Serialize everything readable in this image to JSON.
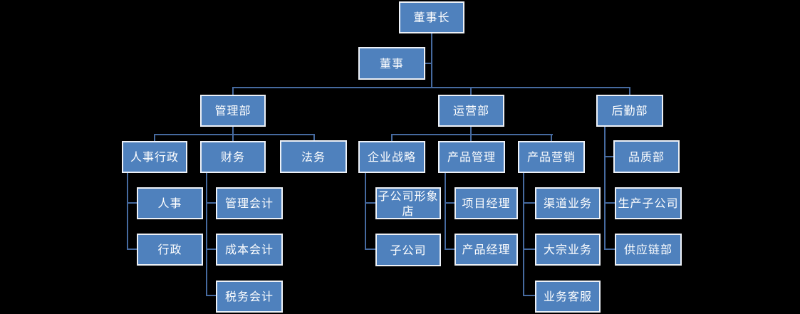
{
  "org": {
    "chart_type": "org-chart",
    "colors": {
      "background": "#000000",
      "node_fill": "#4f81bd",
      "node_border": "#edf1f7",
      "connector": "#466a9f",
      "text": "#ffffff"
    },
    "nodes": [
      {
        "id": "chairman",
        "label": "董事长",
        "parent": null,
        "level": 0
      },
      {
        "id": "director",
        "label": "董事",
        "parent": "chairman",
        "level": 1,
        "role": "assistant"
      },
      {
        "id": "management-dept",
        "label": "管理部",
        "parent": "chairman",
        "level": 2
      },
      {
        "id": "operations-dept",
        "label": "运营部",
        "parent": "chairman",
        "level": 2
      },
      {
        "id": "logistics-dept",
        "label": "后勤部",
        "parent": "chairman",
        "level": 2
      },
      {
        "id": "hr-admin",
        "label": "人事行政",
        "parent": "management-dept",
        "level": 3
      },
      {
        "id": "finance",
        "label": "财务",
        "parent": "management-dept",
        "level": 3
      },
      {
        "id": "legal",
        "label": "法务",
        "parent": "management-dept",
        "level": 3
      },
      {
        "id": "corporate-strategy",
        "label": "企业战略",
        "parent": "operations-dept",
        "level": 3
      },
      {
        "id": "product-management",
        "label": "产品管理",
        "parent": "operations-dept",
        "level": 3
      },
      {
        "id": "product-marketing",
        "label": "产品营销",
        "parent": "operations-dept",
        "level": 3
      },
      {
        "id": "quality-dept",
        "label": "品质部",
        "parent": "logistics-dept",
        "level": 3
      },
      {
        "id": "hr",
        "label": "人事",
        "parent": "hr-admin",
        "level": 4
      },
      {
        "id": "admin",
        "label": "行政",
        "parent": "hr-admin",
        "level": 4
      },
      {
        "id": "management-accounting",
        "label": "管理会计",
        "parent": "finance",
        "level": 4
      },
      {
        "id": "cost-accounting",
        "label": "成本会计",
        "parent": "finance",
        "level": 4
      },
      {
        "id": "tax-accounting",
        "label": "税务会计",
        "parent": "finance",
        "level": 4
      },
      {
        "id": "subsidiary-flagship-store",
        "label": "子公司形象店",
        "parent": "corporate-strategy",
        "level": 4
      },
      {
        "id": "subsidiary",
        "label": "子公司",
        "parent": "corporate-strategy",
        "level": 4
      },
      {
        "id": "project-manager",
        "label": "项目经理",
        "parent": "product-management",
        "level": 4
      },
      {
        "id": "product-manager",
        "label": "产品经理",
        "parent": "product-management",
        "level": 4
      },
      {
        "id": "channel-business",
        "label": "渠道业务",
        "parent": "product-marketing",
        "level": 4
      },
      {
        "id": "bulk-business",
        "label": "大宗业务",
        "parent": "product-marketing",
        "level": 4
      },
      {
        "id": "customer-service",
        "label": "业务客服",
        "parent": "product-marketing",
        "level": 4
      },
      {
        "id": "production-subsidiary",
        "label": "生产子公司",
        "parent": "logistics-dept",
        "level": 4
      },
      {
        "id": "supply-chain-dept",
        "label": "供应链部",
        "parent": "logistics-dept",
        "level": 4
      }
    ]
  }
}
